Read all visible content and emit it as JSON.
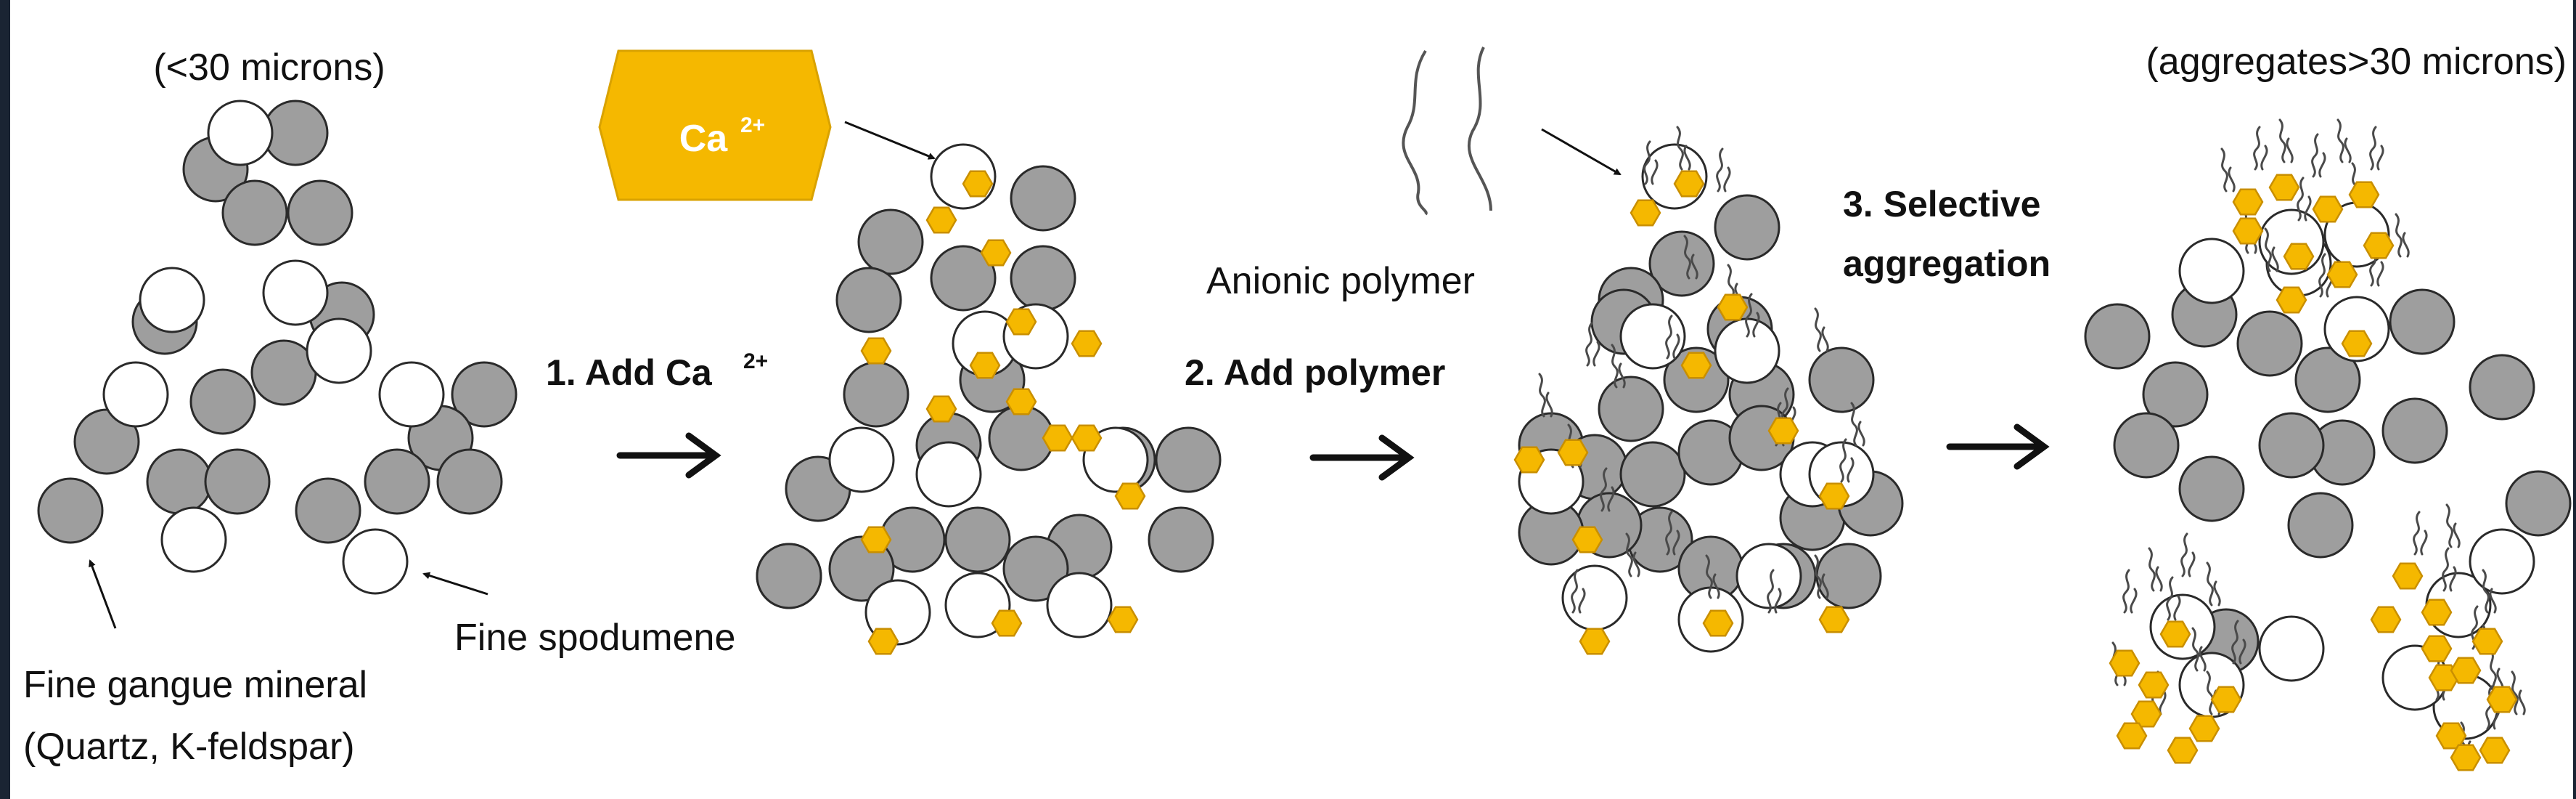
{
  "labels": {
    "size_small": "(<30 microns)",
    "size_large": "(aggregates>30 microns)",
    "gangue_line1": "Fine gangue mineral",
    "gangue_line2": "(Quartz, K-feldspar)",
    "spodumene": "Fine spodumene",
    "ca_ion": "Ca",
    "ca_charge": "2+",
    "step1_prefix": "1. Add Ca",
    "step1_charge": "2+",
    "anionic_polymer": "Anionic polymer",
    "step2": "2. Add polymer",
    "step3_line1": "3. Selective",
    "step3_line2": "aggregation"
  },
  "colors": {
    "gangue_fill": "#9e9e9e",
    "spodumene_fill": "#ffffff",
    "calcium_fill": "#f5b800",
    "calcium_stroke": "#c98f00",
    "frame": "#1a2433"
  }
}
